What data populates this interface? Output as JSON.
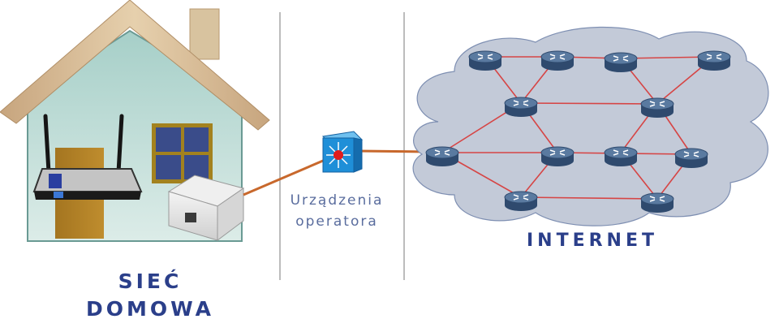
{
  "labels": {
    "home_line1": "SIEĆ",
    "home_line2": "DOMOWA",
    "operator_line1": "Urządzenia",
    "operator_line2": "operatora",
    "internet": "INTERNET"
  },
  "colors": {
    "divider": "#a6a6a6",
    "cable": "#c8682c",
    "link": "#d64545",
    "cloud_fill": "#c3cad8",
    "router": "#5a7aa0",
    "router_edge": "#2f4a6e",
    "switch": "#1f8fd8",
    "text_dark": "#2b3f8a",
    "text_light": "#5a6d9e"
  },
  "icons": [
    "house-icon",
    "wifi-router-icon",
    "phone-socket-icon",
    "multilayer-switch-icon",
    "router-icon",
    "cloud-icon"
  ]
}
